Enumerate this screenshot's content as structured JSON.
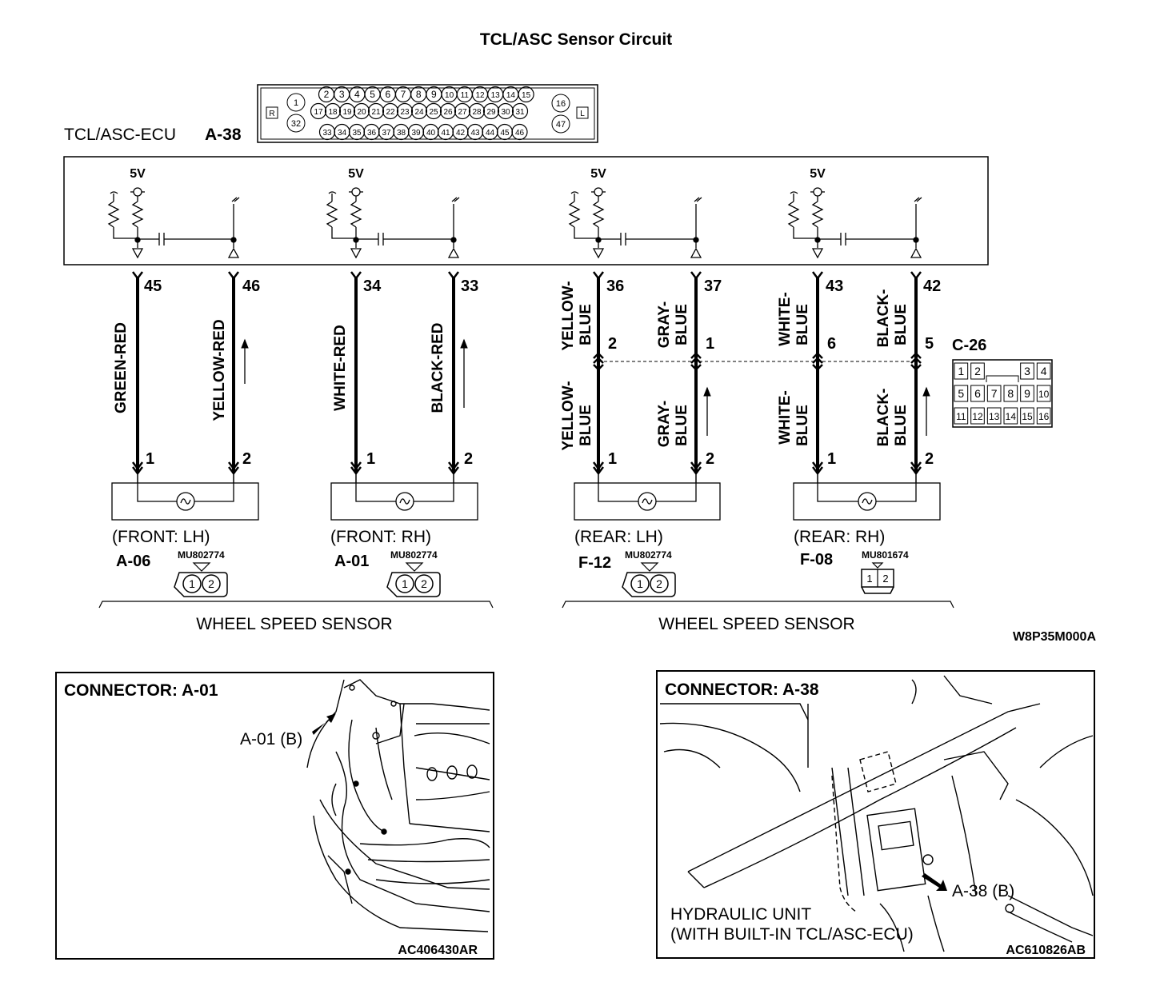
{
  "title": "TCL/ASC Sensor Circuit",
  "ecu": {
    "label": "TCL/ASC-ECU",
    "connector": "A-38",
    "pins_top_row": [
      "2",
      "3",
      "4",
      "5",
      "6",
      "7",
      "8",
      "9",
      "10",
      "11",
      "12",
      "13",
      "14",
      "15"
    ],
    "pins_mid_row": [
      "17",
      "18",
      "19",
      "20",
      "21",
      "22",
      "23",
      "24",
      "25",
      "26",
      "27",
      "28",
      "29",
      "30",
      "31"
    ],
    "pins_bottom_row": [
      "33",
      "34",
      "35",
      "36",
      "37",
      "38",
      "39",
      "40",
      "41",
      "42",
      "43",
      "44",
      "45",
      "46"
    ],
    "pin_left_top": "1",
    "pin_left_bottom": "32",
    "pin_right_top": "16",
    "pin_right_bottom": "47",
    "side_left": "R",
    "side_right": "L",
    "voltage_labels": [
      "5V",
      "5V",
      "5V",
      "5V"
    ]
  },
  "wires": {
    "w45": {
      "ecu_pin": "45",
      "color": "GREEN-RED",
      "sensor_pin": "1"
    },
    "w46": {
      "ecu_pin": "46",
      "color": "YELLOW-RED",
      "sensor_pin": "2"
    },
    "w34": {
      "ecu_pin": "34",
      "color": "WHITE-RED",
      "sensor_pin": "1"
    },
    "w33": {
      "ecu_pin": "33",
      "color": "BLACK-RED",
      "sensor_pin": "2"
    },
    "w36": {
      "ecu_pin": "36",
      "upper_color": [
        "YELLOW-",
        "BLUE"
      ],
      "junction_pin": "2",
      "lower_color": [
        "YELLOW-",
        "BLUE"
      ],
      "sensor_pin": "1"
    },
    "w37": {
      "ecu_pin": "37",
      "upper_color": [
        "GRAY-",
        "BLUE"
      ],
      "junction_pin": "1",
      "lower_color": [
        "GRAY-",
        "BLUE"
      ],
      "sensor_pin": "2"
    },
    "w43": {
      "ecu_pin": "43",
      "upper_color": [
        "WHITE-",
        "BLUE"
      ],
      "junction_pin": "6",
      "lower_color": [
        "WHITE-",
        "BLUE"
      ],
      "sensor_pin": "1"
    },
    "w42": {
      "ecu_pin": "42",
      "upper_color": [
        "BLACK-",
        "BLUE"
      ],
      "junction_pin": "5",
      "lower_color": [
        "BLACK-",
        "BLUE"
      ],
      "sensor_pin": "2"
    }
  },
  "junction_connector": {
    "label": "C-26",
    "rows": [
      [
        "1",
        "2",
        "",
        "",
        "3",
        "4"
      ],
      [
        "5",
        "6",
        "7",
        "8",
        "9",
        "10"
      ],
      [
        "11",
        "12",
        "13",
        "14",
        "15",
        "16"
      ]
    ]
  },
  "sensors": {
    "front_lh": {
      "position": "(FRONT: LH)",
      "connector": "A-06",
      "part": "MU802774",
      "pins": [
        "1",
        "2"
      ]
    },
    "front_rh": {
      "position": "(FRONT: RH)",
      "connector": "A-01",
      "part": "MU802774",
      "pins": [
        "1",
        "2"
      ]
    },
    "rear_lh": {
      "position": "(REAR: LH)",
      "connector": "F-12",
      "part": "MU802774",
      "pins": [
        "1",
        "2"
      ]
    },
    "rear_rh": {
      "position": "(REAR: RH)",
      "connector": "F-08",
      "part": "MU801674",
      "pins": [
        "1",
        "2"
      ]
    }
  },
  "group_labels": [
    "WHEEL SPEED SENSOR",
    "WHEEL SPEED SENSOR"
  ],
  "diagram_code": "W8P35M000A",
  "panel_a01": {
    "heading": "CONNECTOR: A-01",
    "callout": "A-01 (B)",
    "code": "AC406430AR"
  },
  "panel_a38": {
    "heading": "CONNECTOR: A-38",
    "callout": "A-38 (B)",
    "caption_line1": "HYDRAULIC UNIT",
    "caption_line2": "(WITH BUILT-IN TCL/ASC-ECU)",
    "code": "AC610826AB"
  },
  "colors": {
    "ink": "#000000",
    "paper": "#ffffff"
  }
}
